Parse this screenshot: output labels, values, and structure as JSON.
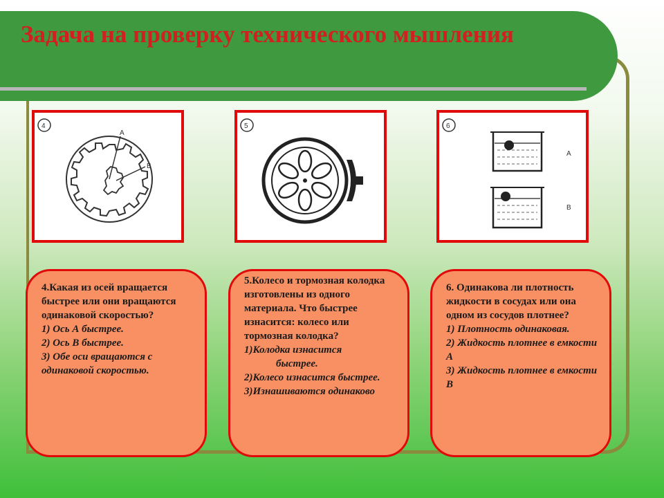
{
  "slide": {
    "title": "Задача на проверку технического мышления"
  },
  "figures": [
    {
      "number": "4",
      "labels": [
        "A",
        "B"
      ]
    },
    {
      "number": "5"
    },
    {
      "number": "6",
      "labels": [
        "A",
        "B"
      ]
    }
  ],
  "questions": [
    {
      "question": "4.Какая из осей вращается быстрее или они вращаются одинаковой скоростью?",
      "options": [
        "1)  Ось А быстрее.",
        "2) Ось В быстрее.",
        "3) Обе оси вращаются с одинаковой скоростью."
      ]
    },
    {
      "question": "5.Колесо и тормозная колодка изготовлены из одного материала. Что быстрее изнасится: колесо или тормозная колодка?",
      "options": [
        "1)Колодка изнасится",
        "быстрее.",
        "2)Колесо изнасится быстрее.",
        "3)Изнашиваются одинаково"
      ]
    },
    {
      "question": "6. Одинакова ли плотность жидкости в сосудах или она одном из сосудов плотнее?",
      "options": [
        "1) Плотность одинаковая.",
        "2) Жидкость плотнее в емкости А",
        "3) Жидкость плотнее в емкости В"
      ]
    }
  ]
}
